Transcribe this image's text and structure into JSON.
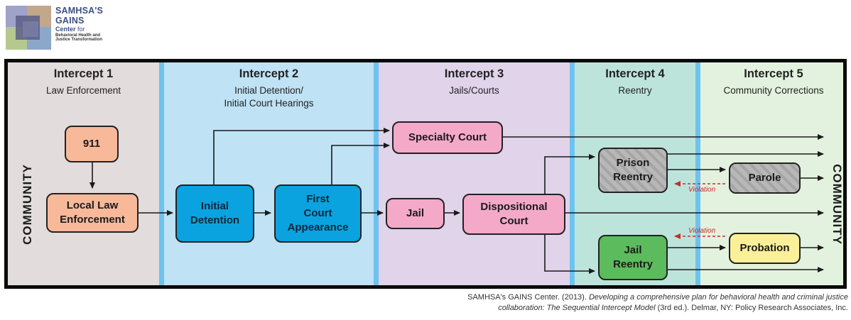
{
  "logo": {
    "line1": "SAMHSA'S",
    "line2": "GAINS",
    "line3_bold": "Center",
    "line3_rest": " for",
    "line4": "Behavioral Health and",
    "line5": "Justice Transformation"
  },
  "intercepts": [
    {
      "title": "Intercept 1",
      "sub": "Law Enforcement",
      "color": "#e2dcdc"
    },
    {
      "title": "Intercept 2",
      "sub": "Initial Detention/\nInitial Court Hearings",
      "color": "#bfe2f5"
    },
    {
      "title": "Intercept 3",
      "sub": "Jails/Courts",
      "color": "#e0d3ea"
    },
    {
      "title": "Intercept 4",
      "sub": "Reentry",
      "color": "#bde4db"
    },
    {
      "title": "Intercept 5",
      "sub": "Community Corrections",
      "color": "#e3f2de"
    }
  ],
  "community_label": "COMMUNITY",
  "nodes": {
    "n911": "911",
    "local_law": "Local Law\nEnforcement",
    "initial_detention": "Initial\nDetention",
    "first_court": "First\nCourt\nAppearance",
    "specialty_court": "Specialty Court",
    "jail": "Jail",
    "dispositional_court": "Dispositional\nCourt",
    "prison_reentry": "Prison\nReentry",
    "jail_reentry": "Jail\nReentry",
    "parole": "Parole",
    "probation": "Probation"
  },
  "violation_label": "Violation",
  "caption": {
    "part1": "SAMHSA's GAINS Center. (2013). ",
    "italic1": "Developing a comprehensive plan for behavioral health and criminal justice",
    "line2_italic": "collaboration: The Sequential Intercept Model",
    "line2_rest": " (3rd ed.). Delmar, NY: Policy Research Associates, Inc."
  },
  "colors": {
    "separator": "#6cc3ef",
    "arrow": "#1a1a1a",
    "violation": "#cc2a2a"
  }
}
